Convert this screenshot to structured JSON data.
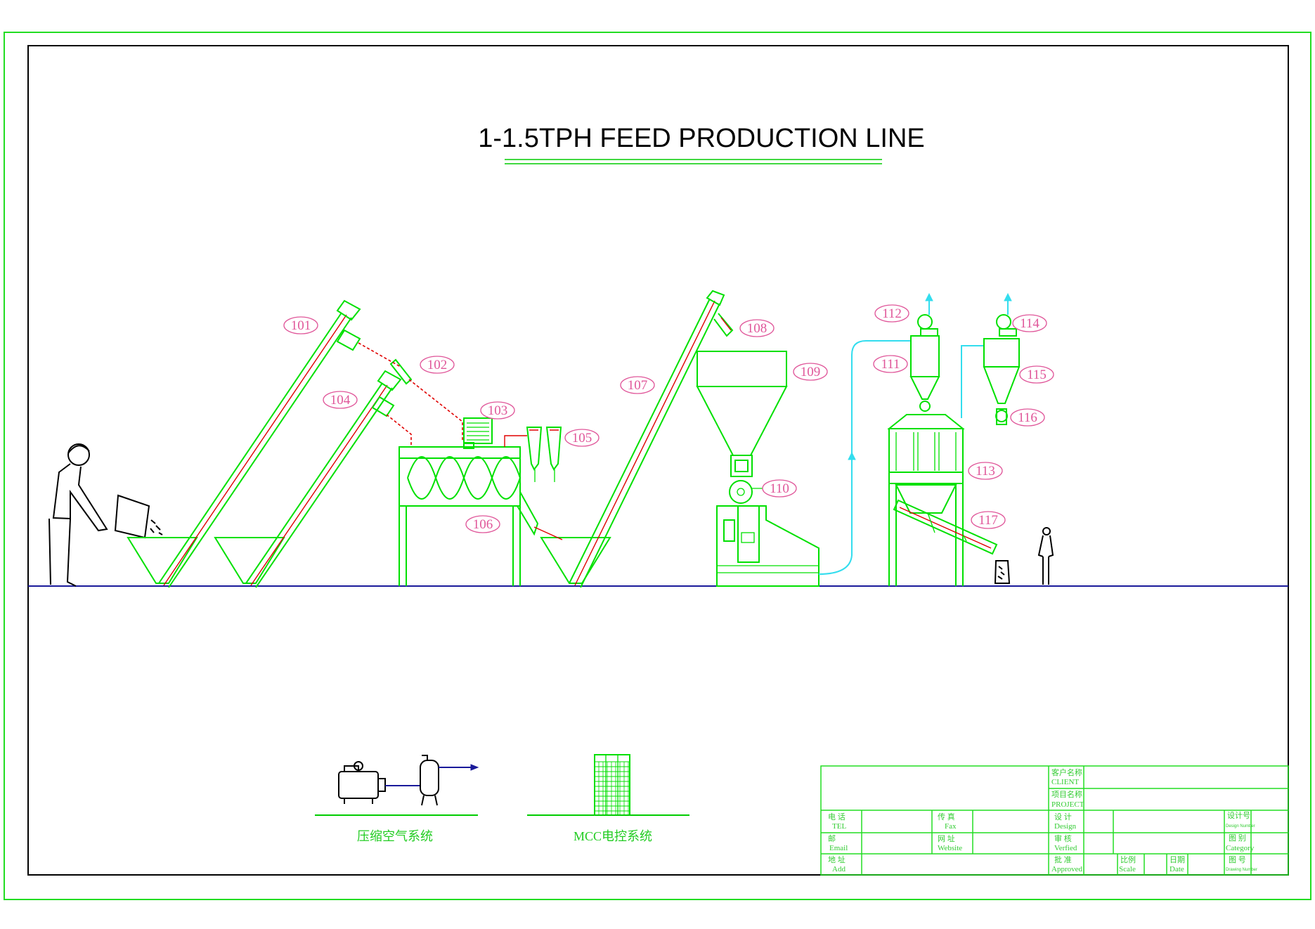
{
  "title": "1-1.5TPH FEED PRODUCTION LINE",
  "equipment_tags": [
    "101",
    "102",
    "103",
    "104",
    "105",
    "106",
    "107",
    "108",
    "109",
    "110",
    "111",
    "112",
    "113",
    "114",
    "115",
    "116",
    "117"
  ],
  "systems": {
    "compressed_air": "压缩空气系统",
    "mcc_control": "MCC电控系统"
  },
  "title_block": {
    "client_cn": "客户名称",
    "client_en": "CLIENT",
    "project_cn": "项目名称",
    "project_en": "PROJECT",
    "tel_cn": "电  话",
    "tel_en": "TEL",
    "fax_cn": "传  真",
    "fax_en": "Fax",
    "email_cn": "邮",
    "email_en": "Email",
    "website_cn": "网  址",
    "website_en": "Website",
    "add_cn": "地  址",
    "add_en": "Add",
    "design_cn": "设  计",
    "design_en": "Design",
    "verified_cn": "审  核",
    "verified_en": "Verfied",
    "approved_cn": "批  准",
    "approved_en": "Approved",
    "scale_cn": "比例",
    "scale_en": "Scale",
    "date_cn": "日期",
    "date_en": "Date",
    "design_no_cn": "设计号",
    "design_no_en": "Design Number",
    "category_cn": "图  别",
    "category_en": "Category",
    "drawing_no_cn": "图  号",
    "drawing_no_en": "Drawing Number"
  },
  "colors": {
    "equipment": "#00e000",
    "tags": "#e0579a",
    "air_duct": "#33ddee",
    "ground_line": "#1a1a9a",
    "conveyor_centerline": "#e00000"
  }
}
